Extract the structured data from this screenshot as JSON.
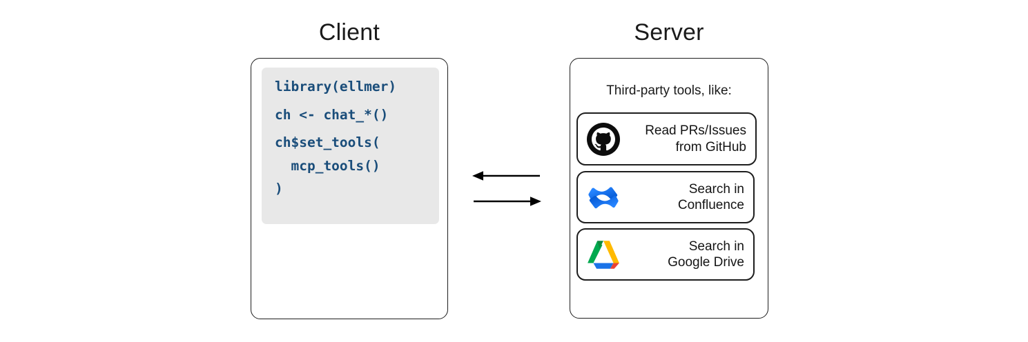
{
  "diagram": {
    "client": {
      "title": "Client",
      "code_lines": [
        "library(ellmer)",
        "ch <- chat_*()",
        "ch$set_tools(",
        "  mcp_tools()",
        ")"
      ],
      "code_text_color": "#1a4d7a",
      "code_background": "#e8e8e8"
    },
    "server": {
      "title": "Server",
      "caption": "Third-party tools, like:",
      "tools": [
        {
          "icon": "github-icon",
          "label": "Read PRs/Issues\nfrom GitHub",
          "color": "#000000"
        },
        {
          "icon": "confluence-icon",
          "label": "Search in\nConfluence",
          "color": "#2684FF"
        },
        {
          "icon": "google-drive-icon",
          "label": "Search in\nGoogle Drive",
          "color": "#00A94F"
        }
      ]
    },
    "connection": {
      "arrows": [
        {
          "name": "server-to-client-arrow",
          "direction": "left"
        },
        {
          "name": "client-to-server-arrow",
          "direction": "right"
        }
      ],
      "stroke_color": "#000000"
    }
  }
}
